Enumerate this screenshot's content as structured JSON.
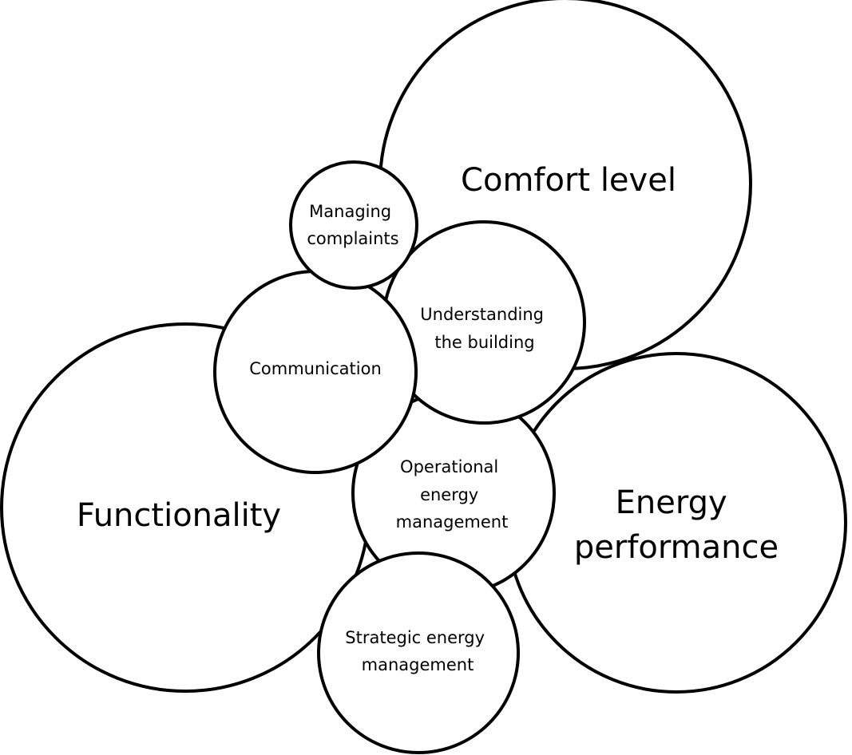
{
  "diagram": {
    "nodes": [
      {
        "id": "comfort",
        "lines": [
          "Comfort level"
        ]
      },
      {
        "id": "energy",
        "lines": [
          "Energy",
          "performance"
        ]
      },
      {
        "id": "functionality",
        "lines": [
          "Functionality"
        ]
      },
      {
        "id": "strategic",
        "lines": [
          "Strategic energy",
          "management"
        ]
      },
      {
        "id": "operational",
        "lines": [
          "Operational",
          "energy",
          "management"
        ]
      },
      {
        "id": "understanding",
        "lines": [
          "Understanding",
          "the building"
        ]
      },
      {
        "id": "communication",
        "lines": [
          "Communication"
        ]
      },
      {
        "id": "complaints",
        "lines": [
          "Managing",
          "complaints"
        ]
      }
    ]
  }
}
